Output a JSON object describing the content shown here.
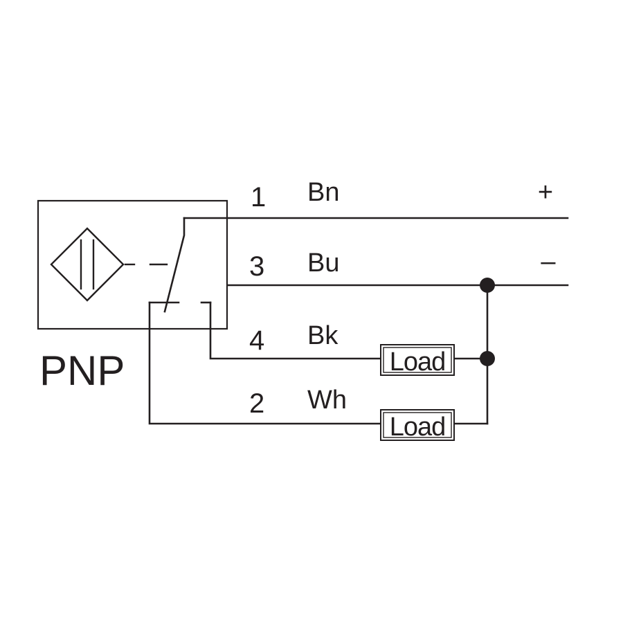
{
  "diagram": {
    "type_label": "PNP",
    "wires": [
      {
        "pin": "1",
        "color": "Bn",
        "polarity": "+"
      },
      {
        "pin": "3",
        "color": "Bu",
        "polarity": "–"
      },
      {
        "pin": "4",
        "color": "Bk",
        "load": "Load"
      },
      {
        "pin": "2",
        "color": "Wh",
        "load": "Load"
      }
    ],
    "colors": {
      "line": "#231f20",
      "background": "#ffffff"
    }
  }
}
